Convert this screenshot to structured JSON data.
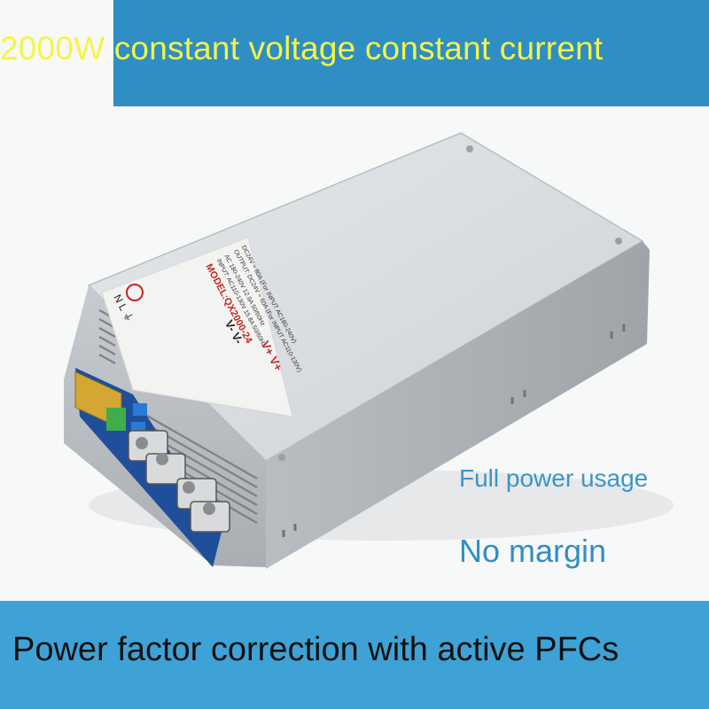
{
  "banner_top": {
    "text": "2000W constant voltage constant current",
    "text_color": "#f4f44a",
    "background": "#2f8fc4"
  },
  "callouts": {
    "line1": "Full power usage",
    "line2": "No margin",
    "color": "#2f8fc4"
  },
  "banner_bottom": {
    "text": "Power factor correction with active PFCs",
    "text_color": "#111111",
    "background": "#3fa2d6"
  },
  "product": {
    "name": "switching power supply unit",
    "label": {
      "model": "MODEL:QX2000-24",
      "input_line1": "INPUT: AC110-130V  15.8A  50/60Hz",
      "input_line2": "AC 180-240V  12.9A  50/60Hz",
      "output_line1": "OUTPUT: DC24V  ≈ 60A (For INPUT AC110-130V)",
      "output_line2": "DC24V  ≈ 80A (For INPUT AC180-240V)",
      "terminals_right": "V+  V+",
      "terminals_left": "V-  V-",
      "ac_terminals": "N  L  ⏚"
    }
  }
}
